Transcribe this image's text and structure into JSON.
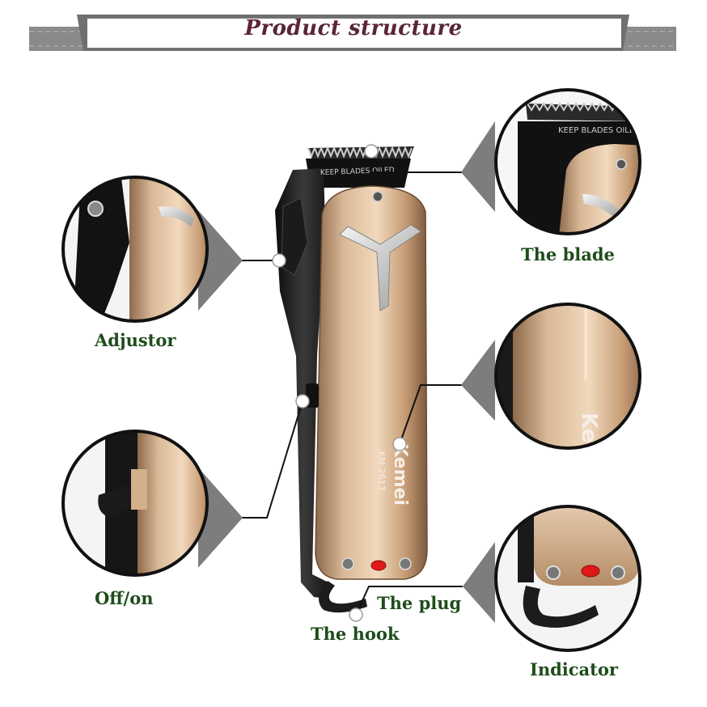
{
  "banner": {
    "title": "Product structure"
  },
  "product": {
    "brand": "Kemei",
    "model": "KM-2613",
    "blade_text": "KEEP BLADES OILED"
  },
  "callouts": {
    "adjustor": "Adjustor",
    "blade": "The blade",
    "off_on": "Off/on",
    "plug": "The plug",
    "hook": "The hook",
    "indicator": "Indicator"
  },
  "colors": {
    "banner_gray": "#8a8a8a",
    "title": "#5a2538",
    "label": "#1f4d1c",
    "body_gold": "#c9a27c",
    "indicator_red": "#e01818"
  }
}
